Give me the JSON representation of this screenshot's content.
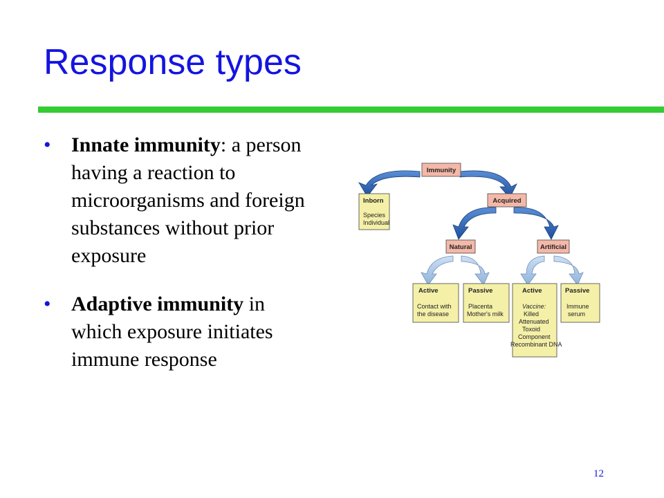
{
  "slide": {
    "title": "Response types",
    "page_number": "12",
    "accent_color": "#1414e0",
    "rule_color": "#33cc33"
  },
  "bullets": [
    {
      "term": "Innate immunity",
      "text": ": a person having a reaction to microorganisms and foreign substances without prior exposure"
    },
    {
      "term": "Adaptive immunity",
      "text": " in which exposure initiates immune response"
    }
  ],
  "diagram": {
    "root": "Immunity",
    "inborn": {
      "label": "Inborn",
      "lines": [
        "Species",
        "Individual"
      ]
    },
    "acquired": "Acquired",
    "natural": "Natural",
    "artificial": "Artificial",
    "natural_active": {
      "label": "Active",
      "lines": [
        "Contact with",
        "the disease"
      ]
    },
    "natural_passive": {
      "label": "Passive",
      "lines": [
        "Placenta",
        "Mother's milk"
      ]
    },
    "artificial_active": {
      "label": "Active",
      "lines": [
        "Vaccine:",
        "Killed",
        "Attenuated",
        "Toxoid",
        "Component",
        "Recombinant DNA"
      ]
    },
    "artificial_passive": {
      "label": "Passive",
      "lines": [
        "Immune",
        "serum"
      ]
    }
  }
}
